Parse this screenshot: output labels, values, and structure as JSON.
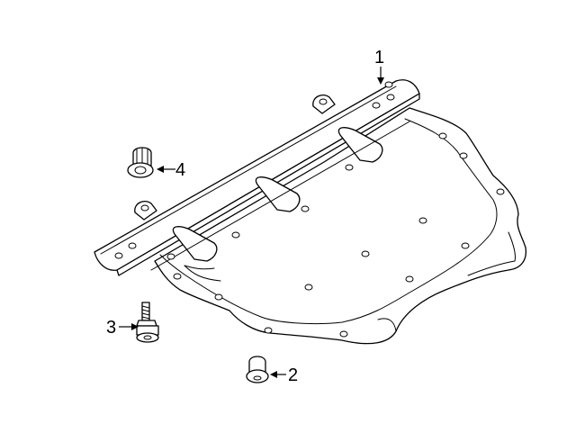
{
  "callouts": [
    {
      "id": "1",
      "label": "1"
    },
    {
      "id": "2",
      "label": "2"
    },
    {
      "id": "3",
      "label": "3"
    },
    {
      "id": "4",
      "label": "4"
    }
  ],
  "parts": [
    {
      "callout": "1",
      "icon": "skid-plate-shield-icon"
    },
    {
      "callout": "2",
      "icon": "bolt-icon"
    },
    {
      "callout": "3",
      "icon": "flange-bolt-icon"
    },
    {
      "callout": "4",
      "icon": "nut-icon"
    }
  ]
}
